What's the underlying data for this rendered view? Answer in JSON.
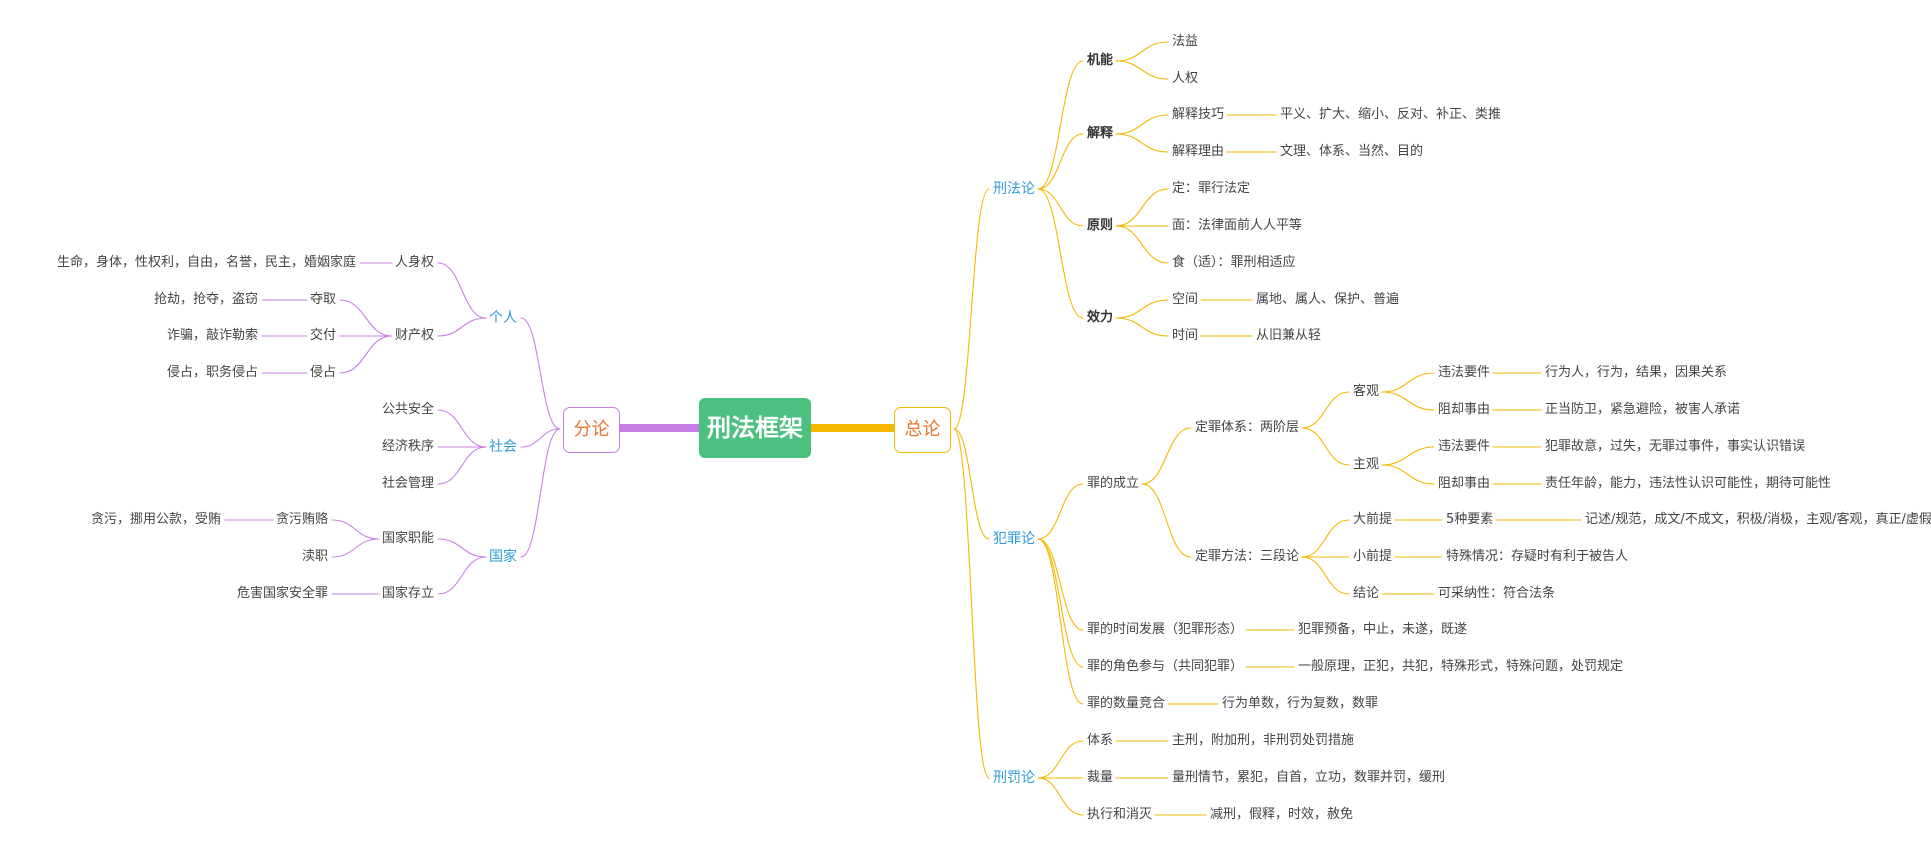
{
  "colors": {
    "left": "#c77fe6",
    "right": "#f5b800",
    "branch_text": "#2f9bd8",
    "main_text": "#e8762d",
    "root_bg": "#4cc17f",
    "text": "#444444"
  },
  "root": {
    "label": "刑法框架"
  },
  "left_main": {
    "label": "分论"
  },
  "right_main": {
    "label": "总论"
  },
  "nodes": {
    "n1": "机能",
    "n2": "法益",
    "n3": "人权",
    "n4": "解释",
    "n5": "解释技巧",
    "n6": "平义、扩大、缩小、反对、补正、类推",
    "n7": "解释理由",
    "n8": "文理、体系、当然、目的",
    "n9": "原则",
    "n10": "定：罪行法定",
    "n11": "面：法律面前人人平等",
    "n12": "食（适）：罪刑相适应",
    "n13": "效力",
    "n14": "空间",
    "n15": "属地、属人、保护、普遍",
    "n16": "时间",
    "n17": "从旧兼从轻",
    "n18": "刑法论",
    "n19": "罪的成立",
    "n20": "定罪体系：两阶层",
    "n21": "客观",
    "n22": "违法要件",
    "n23": "行为人，行为，结果，因果关系",
    "n24": "阻却事由",
    "n25": "正当防卫，紧急避险，被害人承诺",
    "n26": "主观",
    "n27": "违法要件",
    "n28": "犯罪故意，过失，无罪过事件，事实认识错误",
    "n29": "阻却事由",
    "n30": "责任年龄，能力，违法性认识可能性，期待可能性",
    "n31": "定罪方法：三段论",
    "n32": "大前提",
    "n33": "5种要素",
    "n34": "记述/规范，成文/不成文，积极/消极，主观/客观，真正/虚假",
    "n35": "小前提",
    "n36": "特殊情况：存疑时有利于被告人",
    "n37": "结论",
    "n38": "可采纳性：符合法条",
    "n39": "罪的时间发展（犯罪形态）",
    "n40": "犯罪预备，中止，未遂，既遂",
    "n41": "罪的角色参与（共同犯罪）",
    "n42": "一般原理，正犯，共犯，特殊形式，特殊问题，处罚规定",
    "n43": "罪的数量竞合",
    "n44": "行为单数，行为复数，数罪",
    "n45": "犯罪论",
    "n46": "体系",
    "n47": "主刑，附加刑，非刑罚处罚措施",
    "n48": "裁量",
    "n49": "量刑情节，累犯，自首，立功，数罪并罚，缓刑",
    "n50": "执行和消灭",
    "n51": "减刑，假释，时效，赦免",
    "n52": "刑罚论",
    "m1": "生命，身体，性权利，自由，名誉，民主，婚姻家庭",
    "m2": "人身权",
    "m3": "抢劫，抢夺，盗窃",
    "m4": "夺取",
    "m5": "诈骗，敲诈勒索",
    "m6": "交付",
    "m7": "侵占，职务侵占",
    "m8": "侵占",
    "m9": "财产权",
    "m10": "个人",
    "m11": "公共安全",
    "m12": "经济秩序",
    "m13": "社会管理",
    "m14": "社会",
    "m15": "贪污，挪用公款，受贿",
    "m16": "贪污贿赂",
    "m17": "渎职",
    "m18": "国家职能",
    "m19": "危害国家安全罪",
    "m20": "国家存立",
    "m21": "国家"
  }
}
